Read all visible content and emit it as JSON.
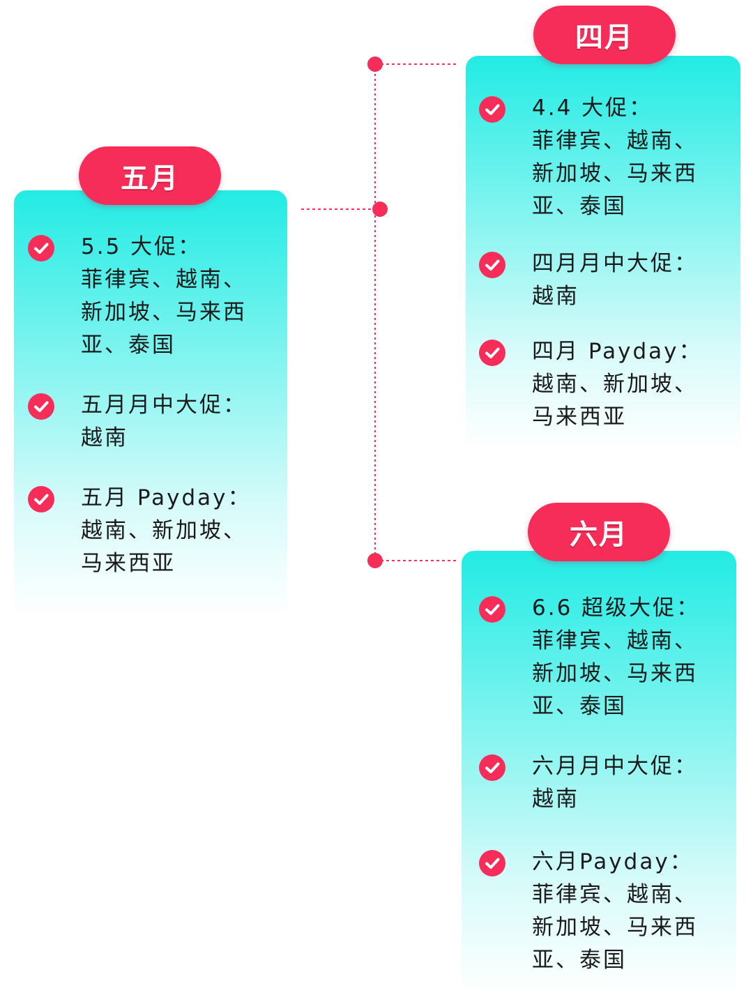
{
  "colors": {
    "accent": "#f62d58",
    "card_top": "#22ebe4",
    "card_bottom": "#ffffff"
  },
  "months": [
    {
      "name": "五月",
      "items": [
        {
          "title": "5.5 大促：",
          "body": "菲律宾、越南、新加坡、马来西亚、泰国"
        },
        {
          "title": "五月月中大促：",
          "body": "越南"
        },
        {
          "title": "五月 Payday：",
          "body": "越南、新加坡、马来西亚"
        }
      ]
    },
    {
      "name": "四月",
      "items": [
        {
          "title": "4.4 大促：",
          "body": "菲律宾、越南、新加坡、马来西亚、泰国"
        },
        {
          "title": "四月月中大促：",
          "body": "越南"
        },
        {
          "title": "四月 Payday：",
          "body": "越南、新加坡、马来西亚"
        }
      ]
    },
    {
      "name": "六月",
      "items": [
        {
          "title": "6.6 超级大促：",
          "body": "菲律宾、越南、新加坡、马来西亚、泰国"
        },
        {
          "title": "六月月中大促：",
          "body": "越南"
        },
        {
          "title": "六月Payday：",
          "body": "菲律宾、越南、新加坡、马来西亚、泰国"
        }
      ]
    }
  ]
}
